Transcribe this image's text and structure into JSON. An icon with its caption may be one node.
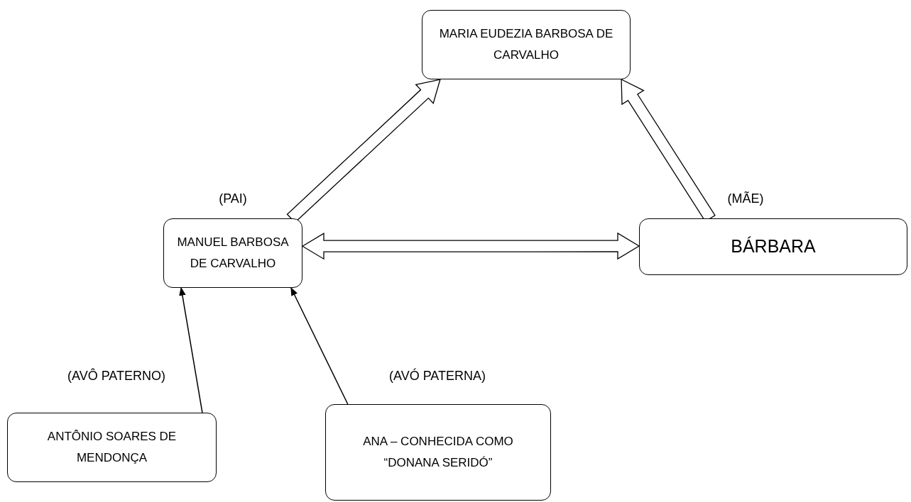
{
  "diagram": {
    "nodes": [
      {
        "text": [
          "MARIA EUDEZIA BARBOSA DE CARVALHO"
        ]
      },
      {
        "text": [
          "MANUEL BARBOSA DE CARVALHO"
        ],
        "beside": [
          "(PAI)"
        ]
      },
      {
        "text": [
          "BÁRBARA"
        ],
        "beside": [
          "(MÃE)"
        ]
      },
      {
        "text": [
          "ANTÔNIO SOARES DE MENDONÇA"
        ],
        "beside": [
          "(AVÔ PATERNO)"
        ]
      },
      {
        "text": [
          "ANA – CONHECIDA COMO “DONANA SERIDÓ”"
        ],
        "beside": [
          "(AVÓ PATERNA)"
        ]
      }
    ],
    "edges": [
      {
        "from": 1,
        "to": 0,
        "arrow": "to",
        "style": "thick"
      },
      {
        "from": 2,
        "to": 0,
        "arrow": "to",
        "style": "thick"
      },
      {
        "from": 1,
        "to": 2,
        "arrow": "both",
        "style": "thick"
      },
      {
        "from": 3,
        "to": 1,
        "arrow": "to"
      },
      {
        "from": 4,
        "to": 1,
        "arrow": "to"
      }
    ]
  }
}
